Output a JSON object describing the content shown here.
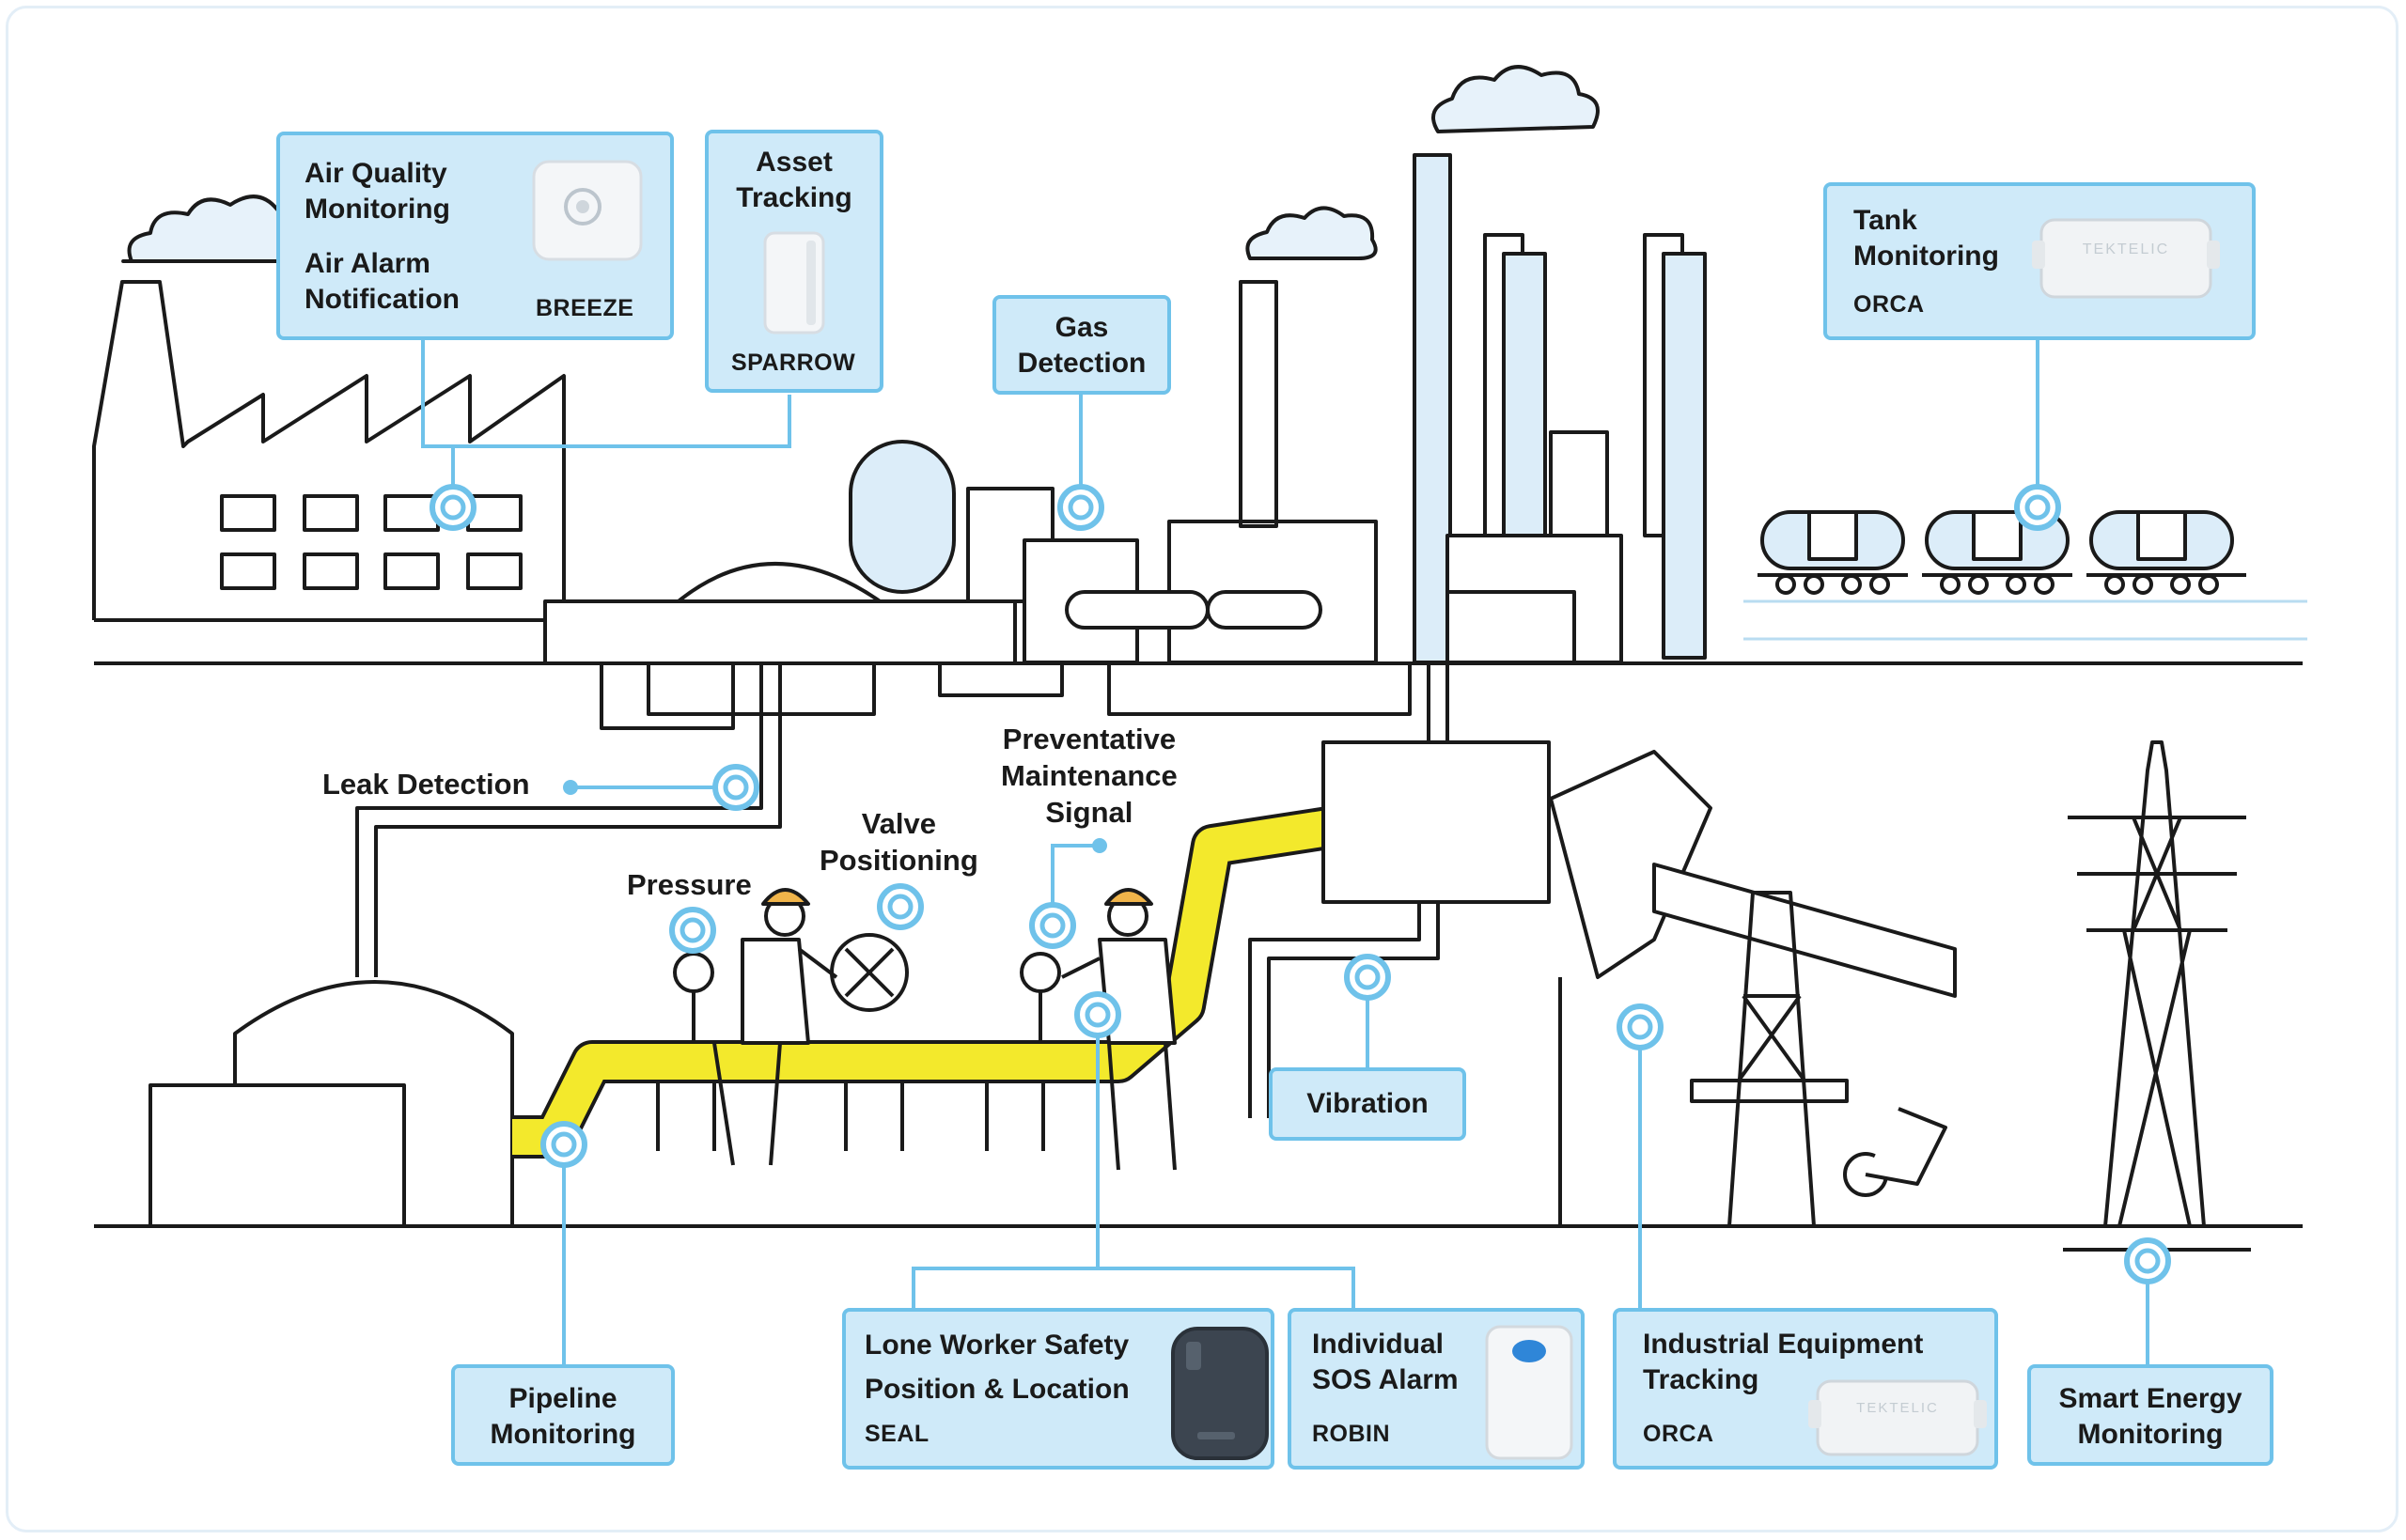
{
  "cards": {
    "air_quality": {
      "title": "Air Quality",
      "title2": "Monitoring",
      "alarm": "Air Alarm",
      "alarm2": "Notification",
      "product": "BREEZE"
    },
    "asset_tracking": {
      "title": "Asset",
      "title2": "Tracking",
      "product": "SPARROW"
    },
    "gas_detection": {
      "title": "Gas",
      "title2": "Detection"
    },
    "tank_monitoring": {
      "title": "Tank",
      "title2": "Monitoring",
      "product": "ORCA"
    },
    "vibration": {
      "title": "Vibration"
    },
    "pipeline_monitoring": {
      "title": "Pipeline",
      "title2": "Monitoring"
    },
    "lone_worker": {
      "title": "Lone Worker Safety",
      "title2": "Position & Location",
      "product": "SEAL"
    },
    "sos_alarm": {
      "title": "Individual",
      "title2": "SOS Alarm",
      "product": "ROBIN"
    },
    "equipment_tracking": {
      "title": "Industrial Equipment",
      "title2": "Tracking",
      "product": "ORCA"
    },
    "smart_energy": {
      "title": "Smart Energy",
      "title2": "Monitoring"
    }
  },
  "labels": {
    "leak_detection": "Leak Detection",
    "pressure": "Pressure",
    "valve": "Valve",
    "valve2": "Positioning",
    "preventative": "Preventative",
    "preventative2": "Maintenance",
    "preventative3": "Signal"
  },
  "device_brand": "TEKTELIC",
  "colors": {
    "accent": "#6fc2ea",
    "card_fill": "#cfeaf9",
    "pipe": "#f3e92c",
    "line": "#1a1a1a"
  }
}
